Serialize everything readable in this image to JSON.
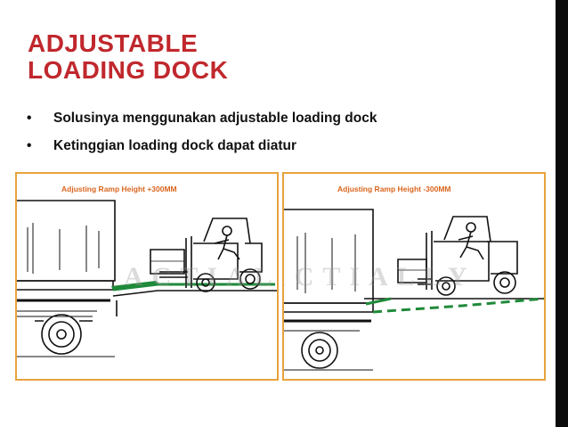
{
  "slide": {
    "title_line1": "ADJUSTABLE",
    "title_line2": "LOADING DOCK",
    "bullets": [
      {
        "marker": "•",
        "text": "Solusinya menggunakan adjustable loading dock"
      },
      {
        "marker": "•",
        "text": "Ketinggian loading dock dapat diatur"
      }
    ]
  },
  "figure": {
    "left_caption": "Adjusting Ramp Height +300MM",
    "right_caption": "Adjusting Ramp Height -300MM",
    "watermark": "ACTIALLY"
  },
  "colors": {
    "title": "#c0282d",
    "panel_border": "#e8a33c",
    "caption": "#d9651e",
    "ramp": "#1f8a3a",
    "edge_bar": "#0b0b0b"
  }
}
